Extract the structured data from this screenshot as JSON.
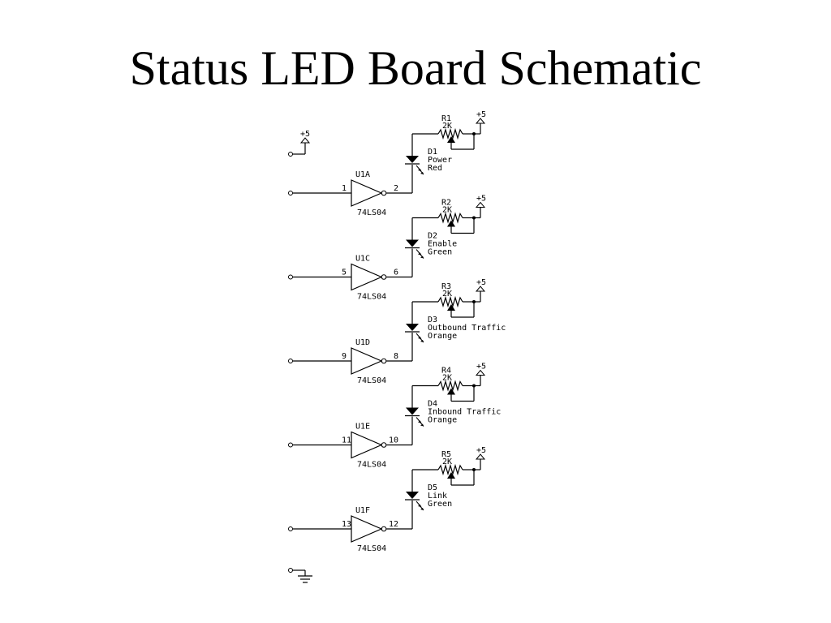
{
  "slide": {
    "title": "Status LED Board Schematic"
  },
  "power": {
    "label": "+5"
  },
  "stages": [
    {
      "gate": "U1A",
      "part": "74LS04",
      "pin_in": "1",
      "pin_out": "2",
      "resistor": "R1",
      "resistor_value": "2K",
      "led": "D1",
      "led_desc": "Power",
      "led_color": "Red"
    },
    {
      "gate": "U1C",
      "part": "74LS04",
      "pin_in": "5",
      "pin_out": "6",
      "resistor": "R2",
      "resistor_value": "2K",
      "led": "D2",
      "led_desc": "Enable",
      "led_color": "Green"
    },
    {
      "gate": "U1D",
      "part": "74LS04",
      "pin_in": "9",
      "pin_out": "8",
      "resistor": "R3",
      "resistor_value": "2K",
      "led": "D3",
      "led_desc": "Outbound Traffic",
      "led_color": "Orange"
    },
    {
      "gate": "U1E",
      "part": "74LS04",
      "pin_in": "11",
      "pin_out": "10",
      "resistor": "R4",
      "resistor_value": "2K",
      "led": "D4",
      "led_desc": "Inbound Traffic",
      "led_color": "Orange"
    },
    {
      "gate": "U1F",
      "part": "74LS04",
      "pin_in": "13",
      "pin_out": "12",
      "resistor": "R5",
      "resistor_value": "2K",
      "led": "D5",
      "led_desc": "Link",
      "led_color": "Green"
    }
  ]
}
